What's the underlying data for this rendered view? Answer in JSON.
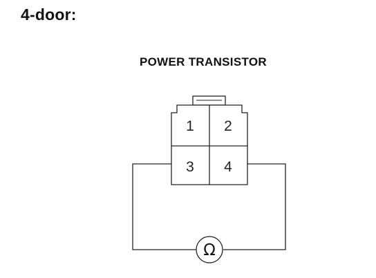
{
  "header": {
    "title": "4-door:"
  },
  "component": {
    "label": "POWER TRANSISTOR"
  },
  "connector": {
    "pins": [
      "1",
      "2",
      "3",
      "4"
    ]
  },
  "meter": {
    "symbol": "Ω"
  }
}
